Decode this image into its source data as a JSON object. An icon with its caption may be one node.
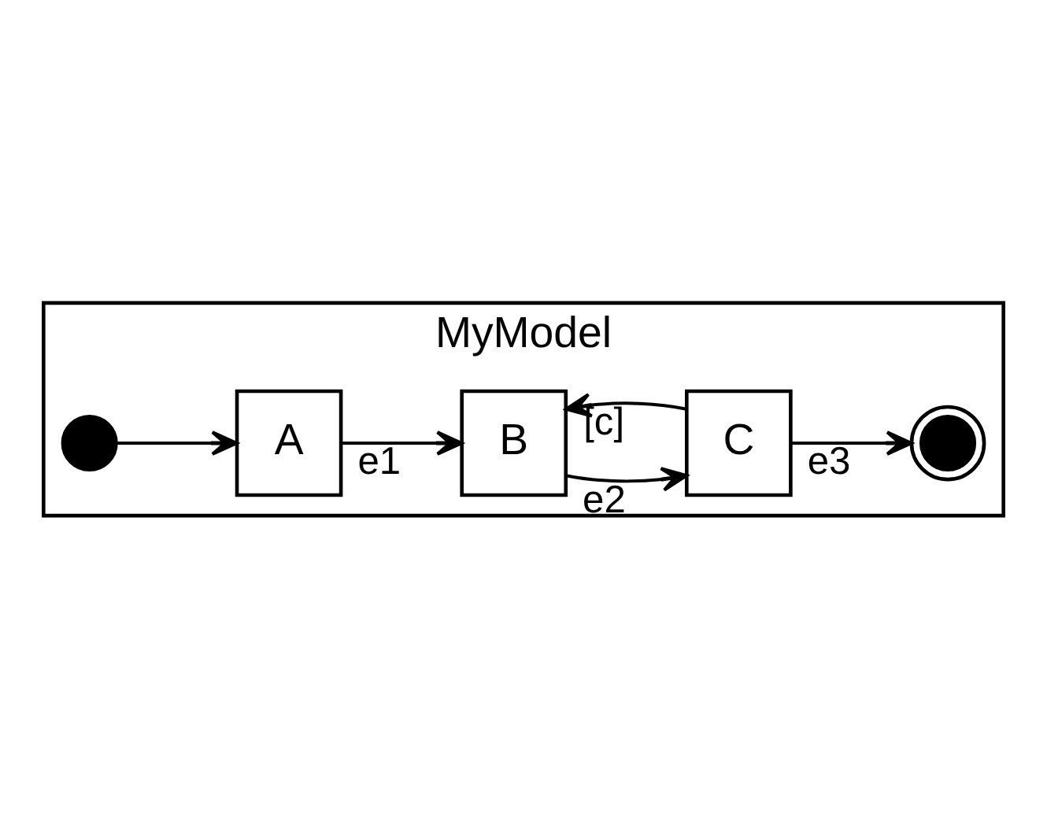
{
  "diagram": {
    "nodes": [
      {
        "text": [
          "MyModel"
        ]
      },
      {
        "text": [],
        "shape": "circle",
        "in": 0
      },
      {
        "text": [
          "A"
        ],
        "in": 0
      },
      {
        "text": [
          "B"
        ],
        "in": 0
      },
      {
        "text": [
          "C"
        ],
        "in": 0
      },
      {
        "text": [],
        "shape": "circle",
        "in": 0
      }
    ],
    "edges": [
      {
        "from": 1,
        "to": 2,
        "arrow": "to"
      },
      {
        "from": 2,
        "to": 3,
        "arrow": "to",
        "label": "e1"
      },
      {
        "from": 4,
        "to": 3,
        "arrow": "to",
        "label": "[c]"
      },
      {
        "from": 3,
        "to": 4,
        "arrow": "to",
        "label": "e2"
      },
      {
        "from": 4,
        "to": 5,
        "arrow": "to",
        "label": "e3"
      }
    ]
  }
}
